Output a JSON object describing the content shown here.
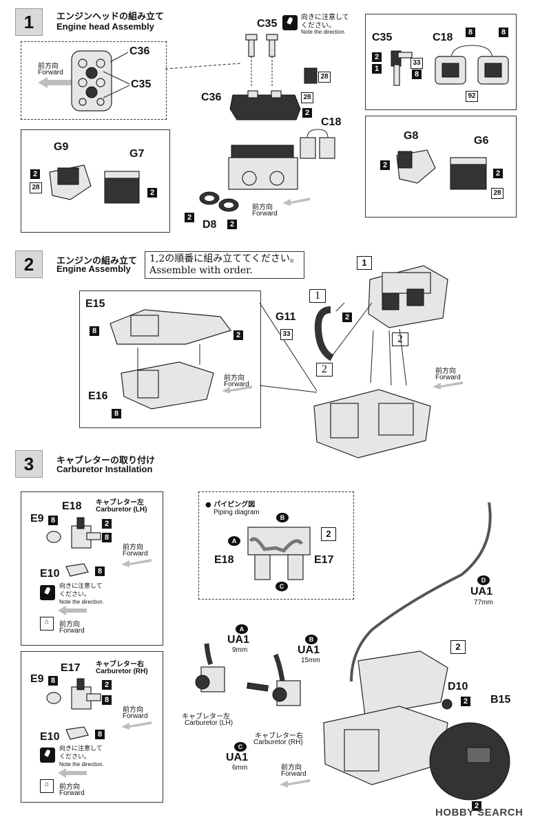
{
  "step1": {
    "number": "1",
    "title_jp": "エンジンヘッドの組み立て",
    "title_en": "Engine head Assembly",
    "note_jp": "向きに注意して\nください。",
    "note_en": "Note the direction.",
    "forward_jp": "前方向",
    "forward_en": "Forward",
    "labels": {
      "c35": "C35",
      "c36": "C36",
      "c18": "C18",
      "g9": "G9",
      "g7": "G7",
      "g8": "G8",
      "g6": "G6",
      "d8": "D8"
    },
    "tags": {
      "t2": "2",
      "t28": "28",
      "t8": "8",
      "t1": "1",
      "t33": "33",
      "t92": "92"
    }
  },
  "step2": {
    "number": "2",
    "title_jp": "エンジンの組み立て",
    "title_en": "Engine Assembly",
    "order_jp": "1,2の順番に組み立ててください。",
    "order_en": "Assemble with order.",
    "labels": {
      "e15": "E15",
      "e16": "E16",
      "g11": "G11"
    },
    "tags": {
      "t1": "1",
      "t2": "2",
      "t8": "8",
      "t33": "33"
    }
  },
  "step3": {
    "number": "3",
    "title_jp": "キャブレターの取り付け",
    "title_en": "Carburetor Installation",
    "carb_lh_jp": "キャブレター左",
    "carb_lh_en": "Carburetor (LH)",
    "carb_rh_jp": "キャブレター右",
    "carb_rh_en": "Carburetor (RH)",
    "piping_jp": "パイピング図",
    "piping_en": "Piping diagram",
    "labels": {
      "e9": "E9",
      "e18": "E18",
      "e10": "E10",
      "e17": "E17",
      "ua1": "UA1",
      "d10": "D10",
      "b15": "B15"
    },
    "hoses": {
      "a": {
        "mark": "A",
        "part": "UA1",
        "length": "9mm"
      },
      "b": {
        "mark": "B",
        "part": "UA1",
        "length": "15mm"
      },
      "c": {
        "mark": "C",
        "part": "UA1",
        "length": "6mm"
      },
      "d": {
        "mark": "D",
        "part": "UA1",
        "length": "77mm"
      }
    },
    "tags": {
      "t2": "2",
      "t8": "8"
    }
  },
  "watermark": "HOBBY SEARCH"
}
